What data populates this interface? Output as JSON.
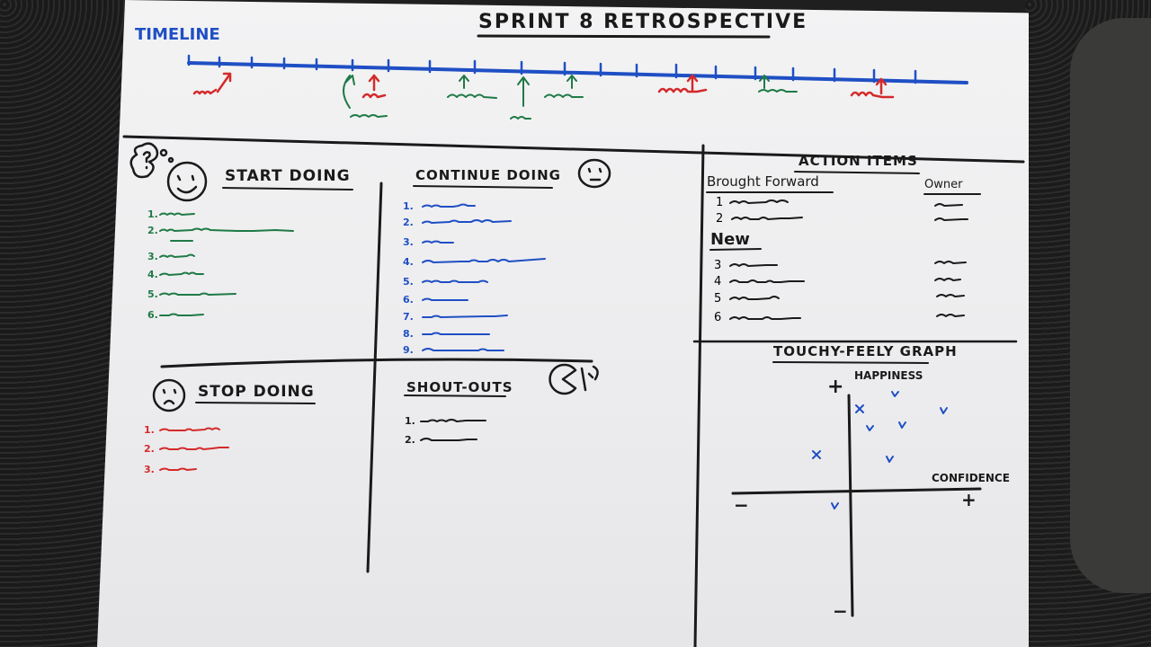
{
  "board": {
    "title": "SPRINT 8 RETROSPECTIVE",
    "timeline_label": "TIMELINE",
    "sections": {
      "start": "START DOING",
      "continue": "CONTINUE DOING",
      "stop": "STOP DOING",
      "shoutouts": "SHOUT-OUTS",
      "actions": "ACTION ITEMS",
      "graph": "TOUCHY-FEELY GRAPH"
    },
    "actions": {
      "brought_forward": "Brought Forward",
      "owner": "Owner",
      "new": "New",
      "numbers": [
        "1",
        "2",
        "3",
        "4",
        "5",
        "6"
      ]
    },
    "graph": {
      "y_label": "HAPPINESS",
      "x_label": "CONFIDENCE",
      "plus": "+",
      "minus": "−"
    },
    "list_numbers": {
      "start": [
        "1.",
        "2.",
        "3.",
        "4.",
        "5.",
        "6."
      ],
      "continue": [
        "1.",
        "2.",
        "3.",
        "4.",
        "5.",
        "6.",
        "7.",
        "8.",
        "9."
      ],
      "stop": [
        "1.",
        "2.",
        "3."
      ],
      "shoutouts": [
        "1.",
        "2."
      ]
    },
    "colors": {
      "ink": "#1a1a1a",
      "blue": "#1f4fc4",
      "green": "#1f7a45",
      "red": "#d42a2a"
    }
  }
}
